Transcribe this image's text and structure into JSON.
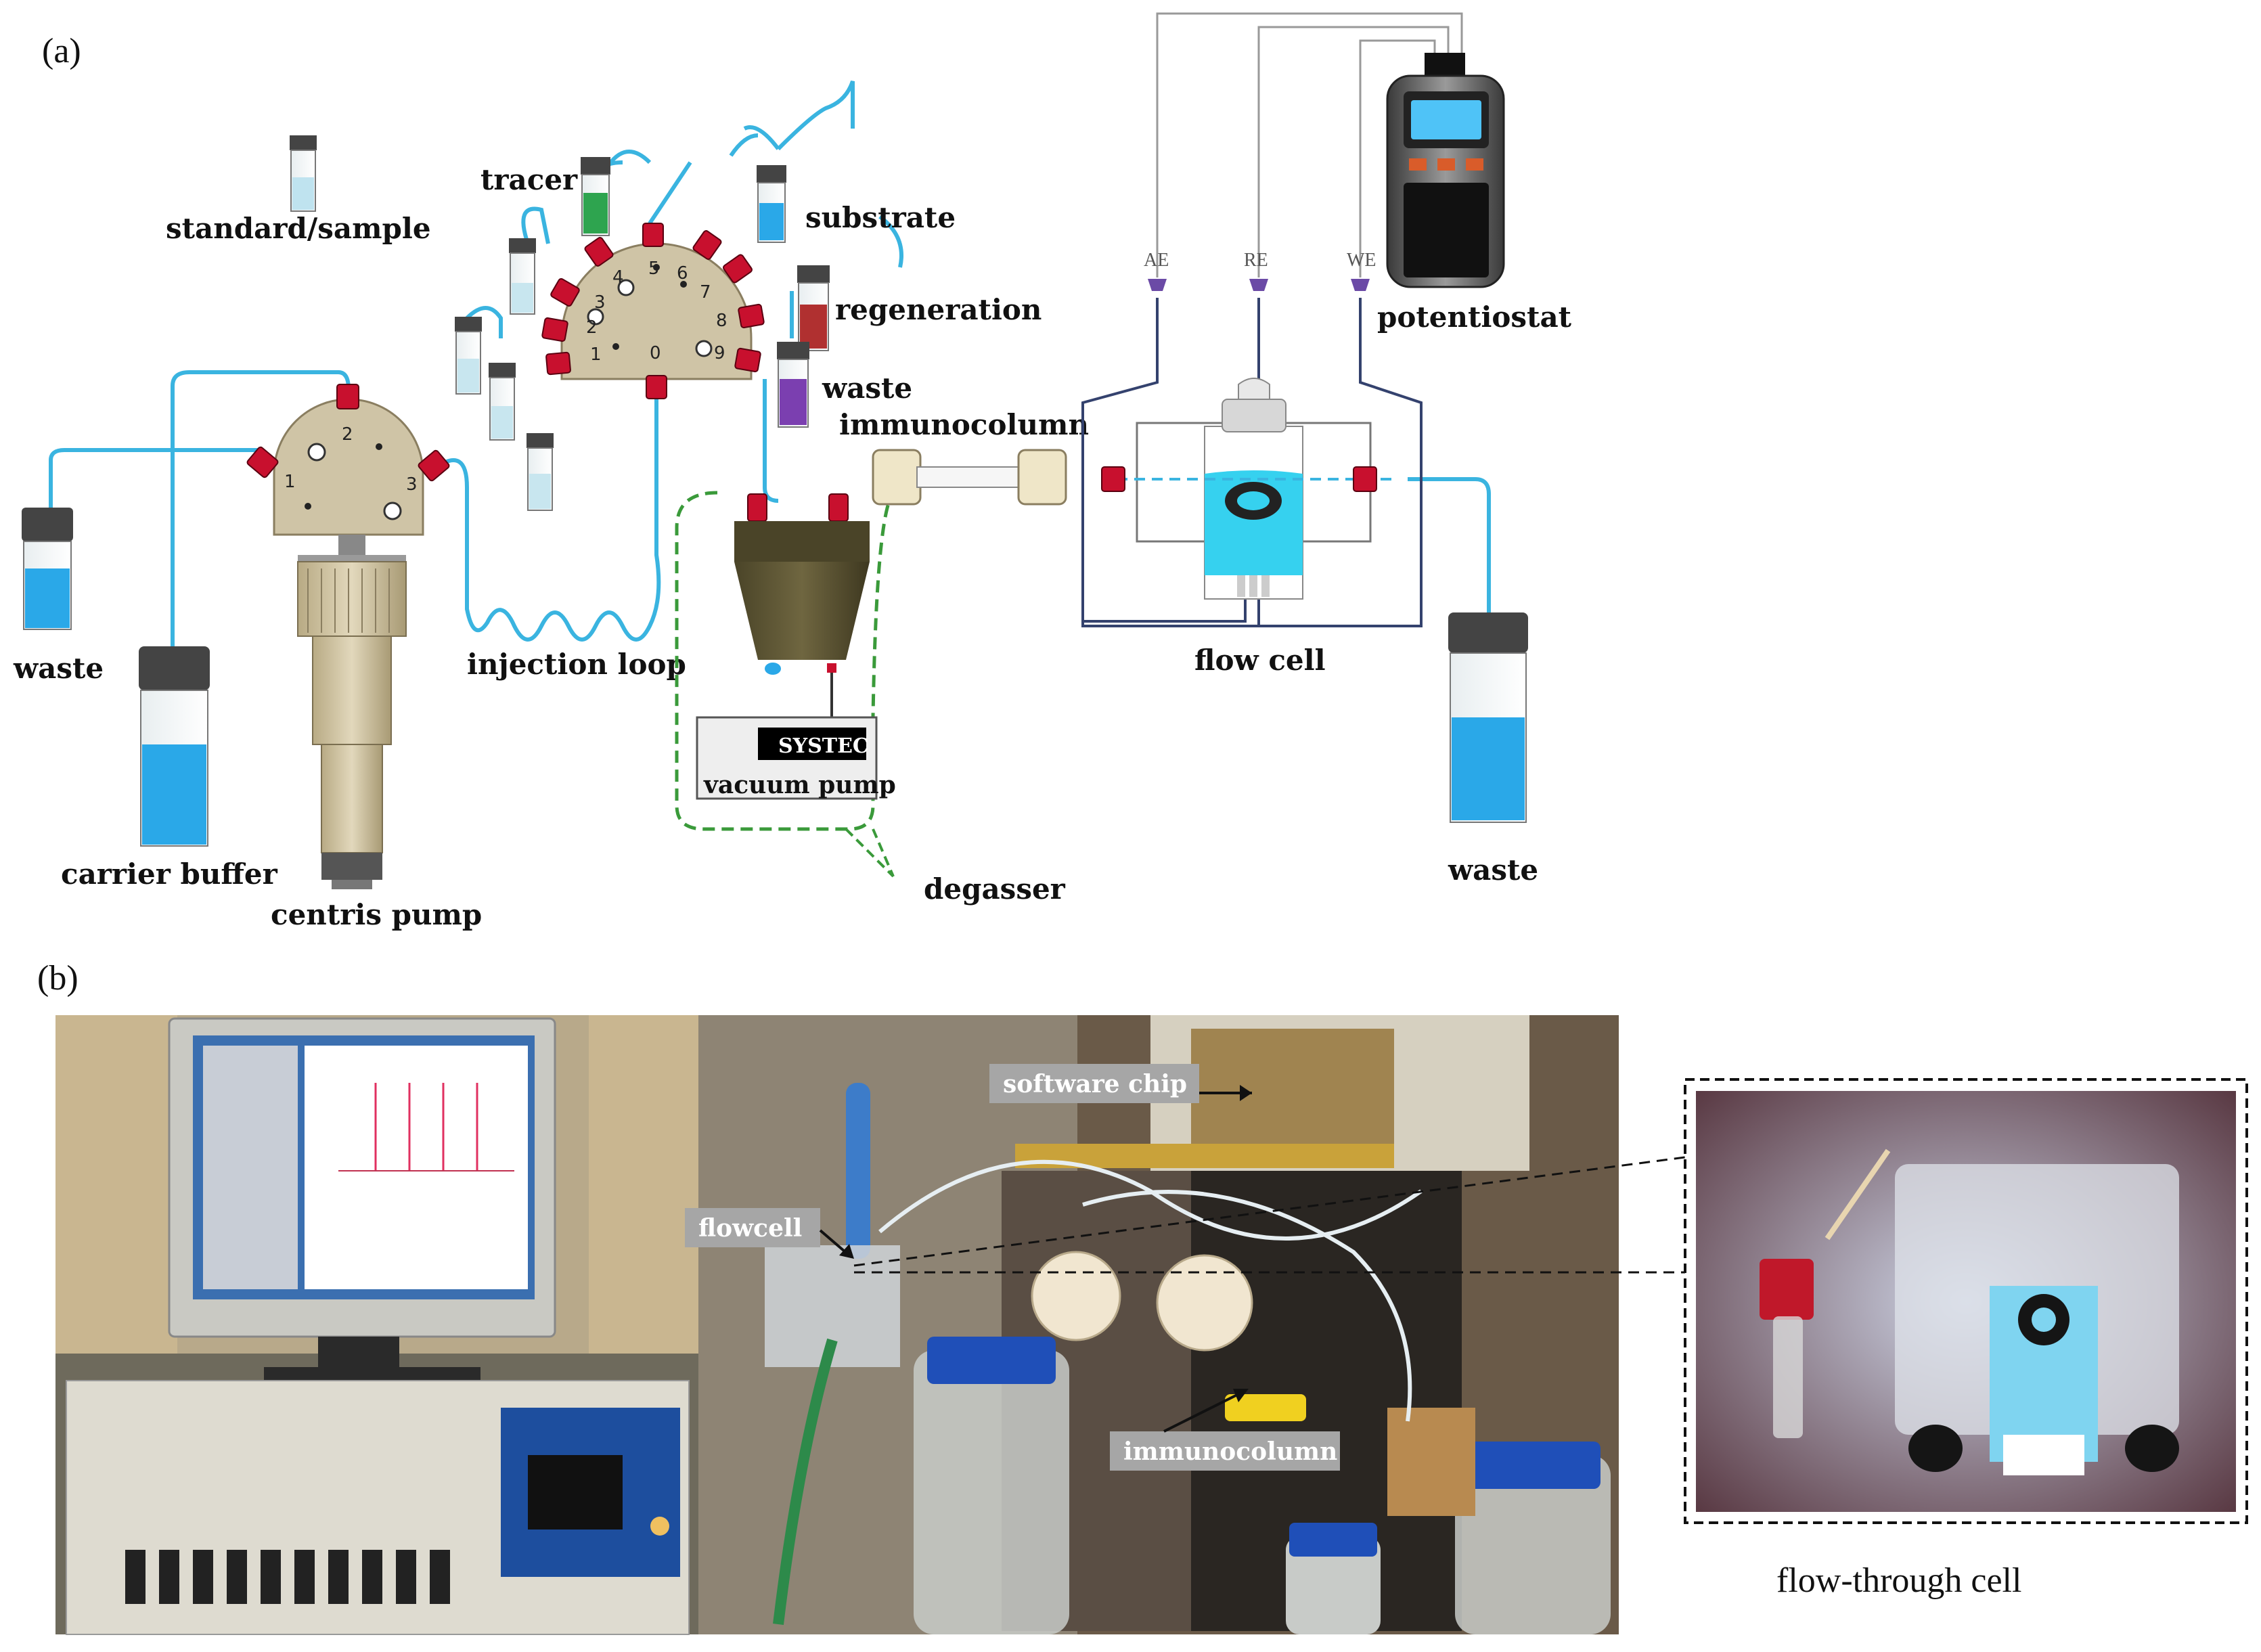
{
  "panels": {
    "a": "(a)",
    "b": "(b)"
  },
  "labels": {
    "standard_sample": "standard/sample",
    "tracer": "tracer",
    "substrate": "substrate",
    "regeneration": "regeneration",
    "waste_valve": "waste",
    "immunocolumn": "immunocolumn",
    "potentiostat": "potentiostat",
    "waste_left": "waste",
    "carrier_buffer": "carrier buffer",
    "centris_pump": "centris pump",
    "injection_loop": "injection loop",
    "vacuum_pump": "vacuum pump",
    "systec": "SYSTEC",
    "degasser": "degasser",
    "flow_cell": "flow cell",
    "waste_right": "waste"
  },
  "electrodes": {
    "ae": "AE",
    "re": "RE",
    "we": "WE"
  },
  "valve_positions": [
    "0",
    "1",
    "2",
    "3",
    "4",
    "5",
    "6",
    "7",
    "8",
    "9"
  ],
  "pump_valve_ports": [
    "1",
    "2",
    "3"
  ],
  "photo_tags": {
    "software_chip": "software chip",
    "flowcell": "flowcell",
    "immunocolumn": "immunocolumn"
  },
  "inset_caption": "flow-through cell",
  "colors": {
    "tubing": "#3ab4e0",
    "fitting": "#c8102e",
    "valve_body": "#cfc4a6",
    "liquid_blue": "#2aa8e8",
    "tracer_green": "#2ea44f",
    "regeneration_red": "#b03030",
    "waste_purple": "#7b3fb0",
    "degasser_dash": "#3a9a3a",
    "electrode_wire": "#34426e",
    "potentiostat_screen": "#4fc3f7"
  }
}
